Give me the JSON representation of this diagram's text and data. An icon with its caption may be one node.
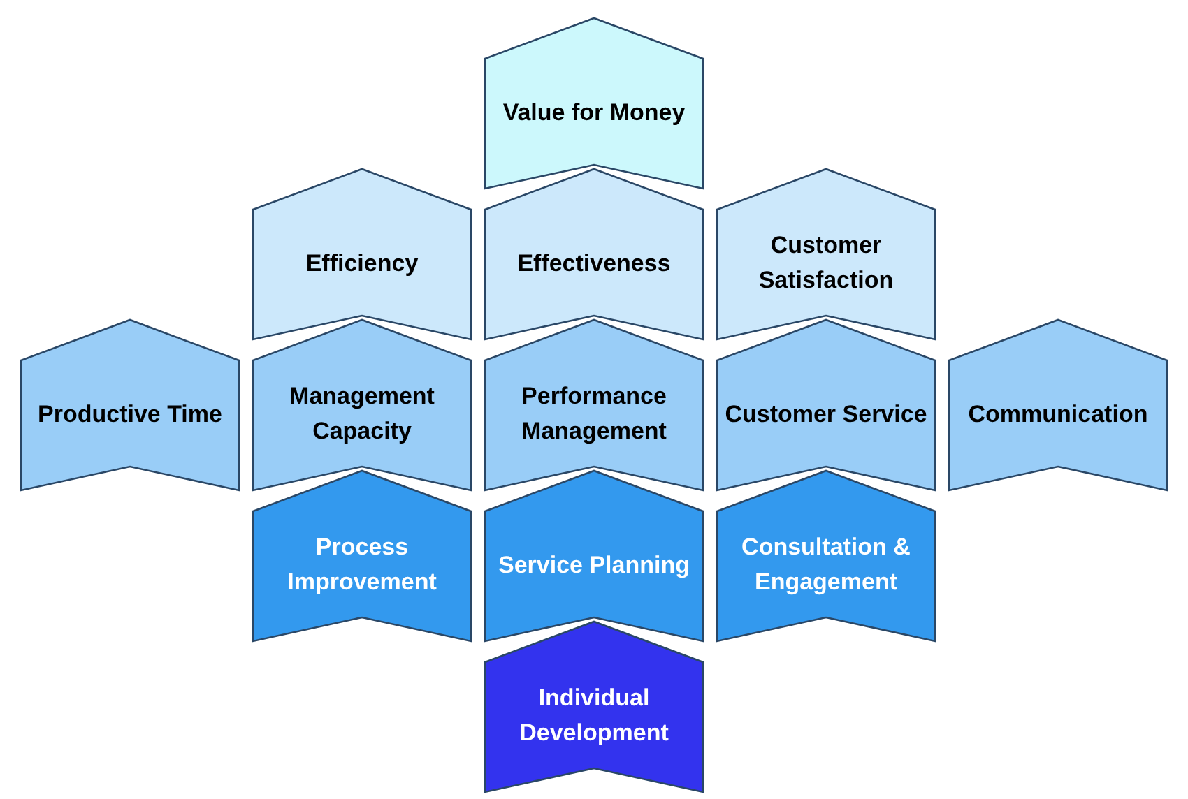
{
  "diagram": {
    "nodes": [
      {
        "text": [
          "Value for Money"
        ]
      },
      {
        "text": [
          "Efficiency"
        ]
      },
      {
        "text": [
          "Effectiveness"
        ]
      },
      {
        "text": [
          "Customer Satisfaction"
        ]
      },
      {
        "text": [
          "Productive Time"
        ]
      },
      {
        "text": [
          "Management Capacity"
        ]
      },
      {
        "text": [
          "Performance Management"
        ]
      },
      {
        "text": [
          "Customer Service"
        ]
      },
      {
        "text": [
          "Communication"
        ]
      },
      {
        "text": [
          "Process Improvement"
        ]
      },
      {
        "text": [
          "Service Planning"
        ]
      },
      {
        "text": [
          "Consultation & Engagement"
        ]
      },
      {
        "text": [
          "Individual Development"
        ]
      }
    ]
  }
}
